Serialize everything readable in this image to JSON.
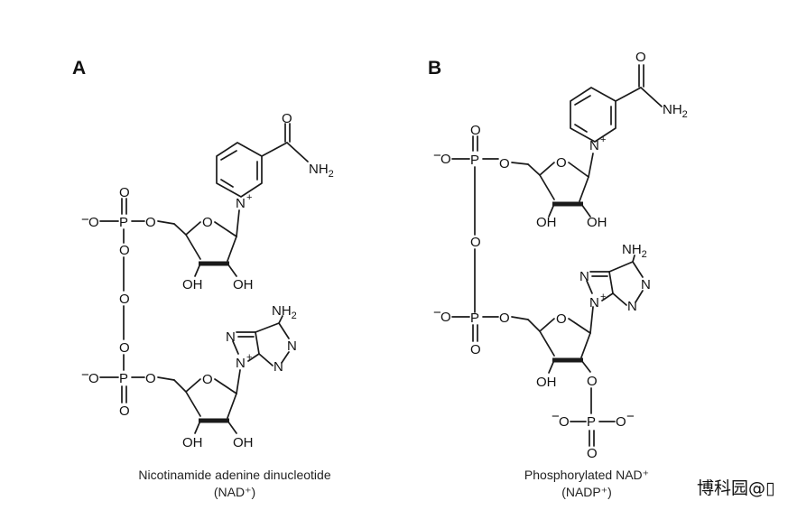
{
  "panels": [
    {
      "label": "A",
      "caption_line1": "Nicotinamide adenine dinucleotide",
      "caption_line2": "(NAD⁺)"
    },
    {
      "label": "B",
      "caption_line1": "Phosphorylated NAD⁺",
      "caption_line2": "(NADP⁺)"
    }
  ],
  "atoms": {
    "O": "O",
    "P": "P",
    "N": "N",
    "NH": "NH",
    "sub2": "2",
    "OH": "OH",
    "minus": "−",
    "plus": "+"
  },
  "watermark": "博科园@▯"
}
